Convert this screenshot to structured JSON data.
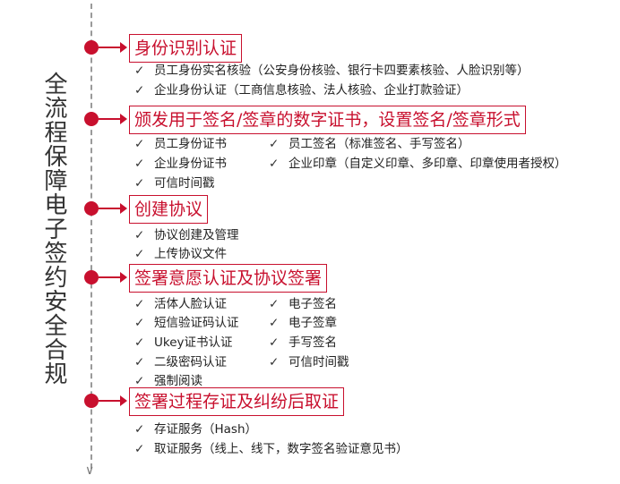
{
  "sidebar_title": "全流程保障电子签约安全合规",
  "check_glyph": "✓",
  "stages": [
    {
      "title": "身份识别认证",
      "items_left": [
        "员工身份实名核验（公安身份核验、银行卡四要素核验、人脸识别等）",
        "企业身份认证（工商信息核验、法人核验、企业打款验证）"
      ],
      "items_right": []
    },
    {
      "title": "颁发用于签名/签章的数字证书，设置签名/签章形式",
      "items_left": [
        "员工身份证书",
        "企业身份证书",
        "可信时间戳"
      ],
      "items_right": [
        "员工签名（标准签名、手写签名）",
        "企业印章（自定义印章、多印章、印章使用者授权）"
      ]
    },
    {
      "title": "创建协议",
      "items_left": [
        "协议创建及管理",
        "上传协议文件"
      ],
      "items_right": []
    },
    {
      "title": "签署意愿认证及协议签署",
      "items_left": [
        "活体人脸认证",
        "短信验证码认证",
        "Ukey证书认证",
        "二级密码认证",
        "强制阅读"
      ],
      "items_right": [
        "电子签名",
        "电子签章",
        "手写签名",
        "可信时间戳"
      ]
    },
    {
      "title": "签署过程存证及纠纷后取证",
      "items_left": [
        "存证服务（Hash）",
        "取证服务（线上、线下，数字签名验证意见书）"
      ],
      "items_right": []
    }
  ]
}
